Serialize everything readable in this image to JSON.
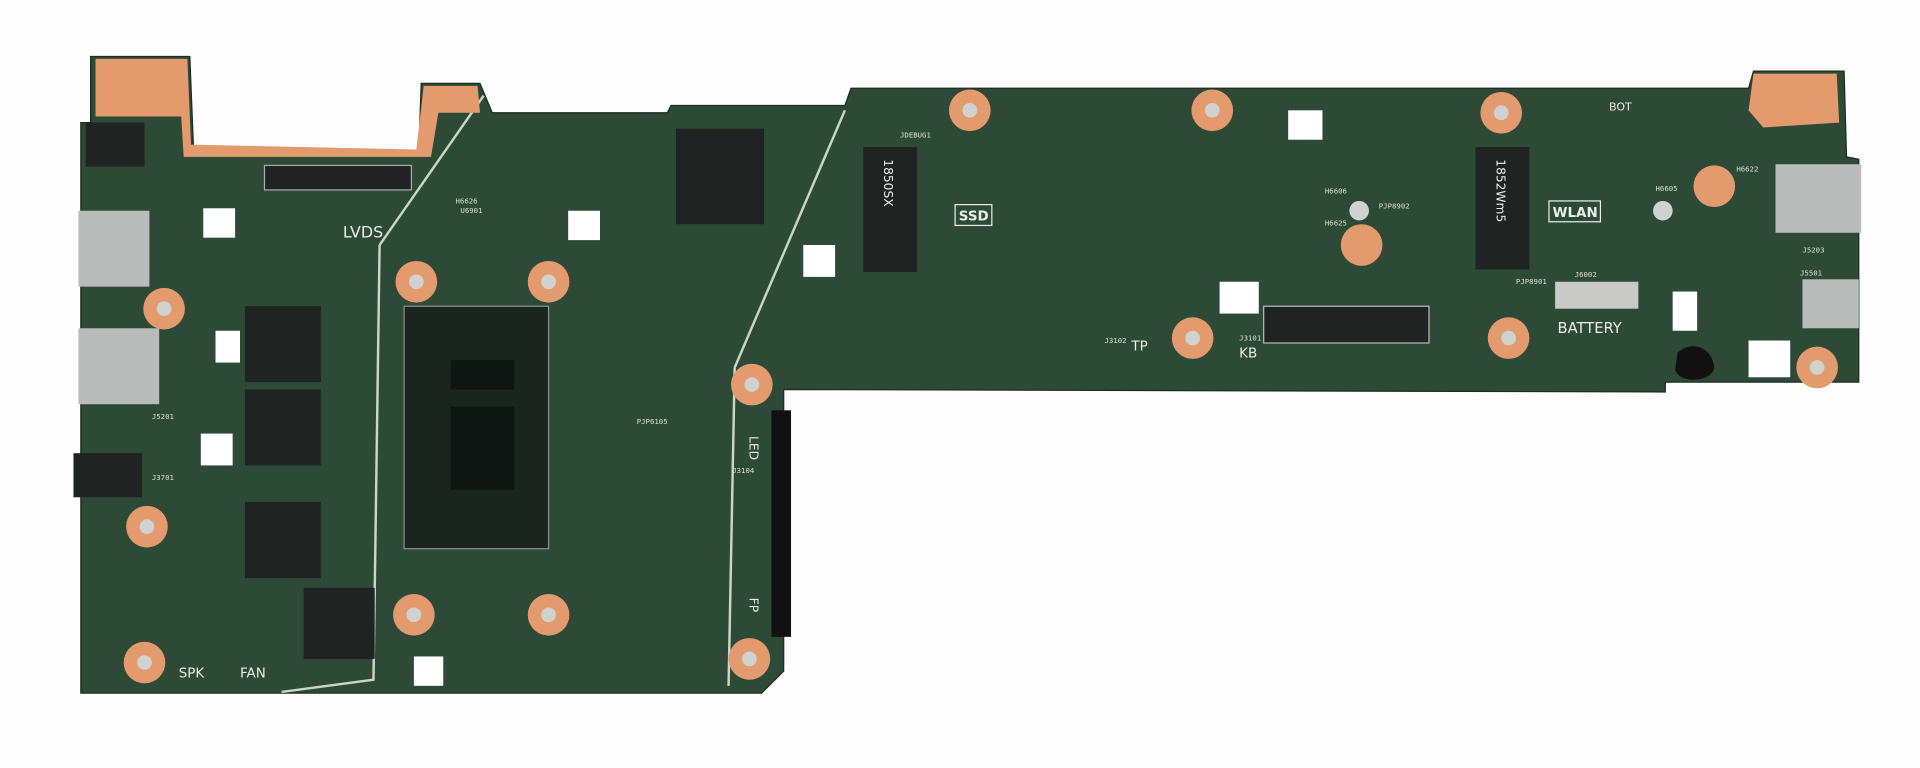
{
  "colors": {
    "pcb": "#2c4a36",
    "pcb_dark": "#1e3526",
    "copper": "#e39a6c",
    "chip": "#1f2422",
    "metal": "#b9bcbb",
    "background": "#fdfdfd"
  },
  "labels": {
    "lvds": "LVDS",
    "ssd": "SSD",
    "wlan": "WLAN",
    "bot": "BOT",
    "tp": "TP",
    "kb": "KB",
    "battery": "BATTERY",
    "spk": "SPK",
    "fan": "FAN",
    "led": "LED",
    "fp": "FP",
    "j6002": "J6002",
    "j5203": "J5203",
    "j5501": "J5501",
    "h6622": "H6622",
    "h6605": "H6605",
    "pjp8901": "PJP8901",
    "jdebug": "JDEBUG1",
    "h6626": "H6626",
    "u6901": "U6901",
    "j3101": "J3101",
    "j3102": "J3102",
    "j3104": "J3104",
    "pjp6105": "PJP6105",
    "h6606": "H6606",
    "h6625": "H6625",
    "pjp8902": "PJP8902",
    "j5201": "J5201",
    "j3701": "J3701",
    "ssd_chip": "1850SX",
    "wlan_chip": "1852Wm5"
  }
}
